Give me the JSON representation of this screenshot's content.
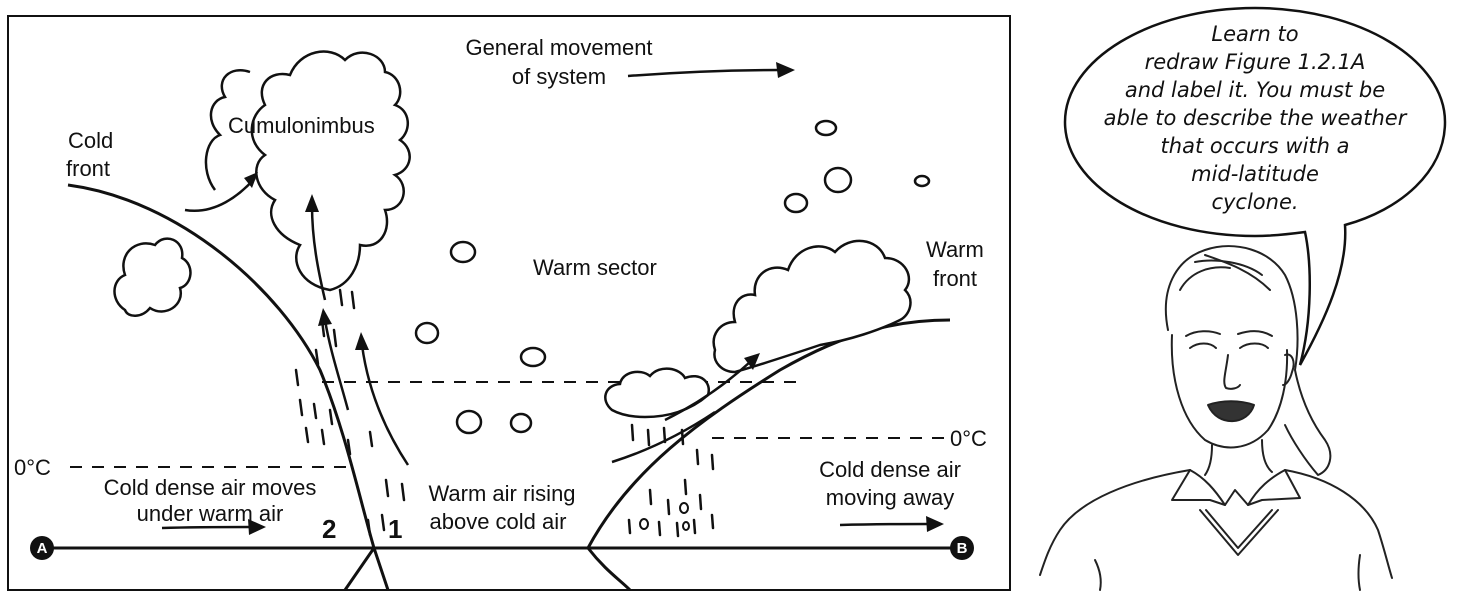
{
  "diagram": {
    "labels": {
      "cold_front": [
        "Cold",
        "front"
      ],
      "cumulonimbus": "Cumulonimbus",
      "general_movement": [
        "General movement",
        "of system"
      ],
      "warm_sector": "Warm sector",
      "warm_front": [
        "Warm",
        "front"
      ],
      "freezing_left": "0°C",
      "freezing_right": "0°C",
      "cold_air_under": [
        "Cold dense air moves",
        "under warm air"
      ],
      "warm_air_rising": [
        "Warm air rising",
        "above cold air"
      ],
      "cold_air_away": [
        "Cold dense air",
        "moving away"
      ],
      "marker_1": "1",
      "marker_2": "2",
      "point_a": "A",
      "point_b": "B"
    }
  },
  "speech_bubble": {
    "lines": [
      "Learn to",
      "redraw Figure 1.2.1A",
      "and label it. You must be",
      "able to describe the weather",
      "that occurs with a",
      "mid-latitude",
      "cyclone."
    ]
  }
}
